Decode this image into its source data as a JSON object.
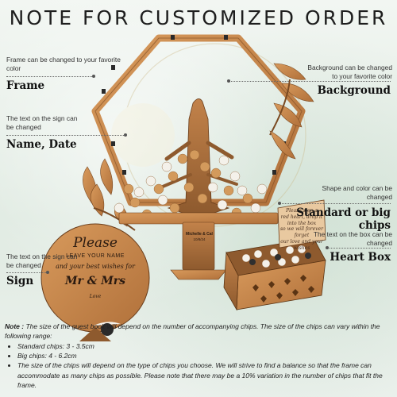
{
  "title": "NOTE FOR CUSTOMIZED ORDER",
  "annotations": {
    "frame": {
      "desc": "Frame can be changed to your favorite color",
      "heading": "Frame"
    },
    "background": {
      "desc": "Background can be changed to your favorite color",
      "heading": "Background"
    },
    "name_date": {
      "desc": "The text on the sign can be changed",
      "heading": "Name, Date"
    },
    "chips": {
      "desc": "Shape and color can be changed",
      "heading": "Standard or big chips"
    },
    "heart_box": {
      "desc": "The text on the box can be changed",
      "heading": "Heart Box"
    },
    "sign": {
      "desc": "The text on the sign can be changed",
      "heading": "Sign"
    }
  },
  "sign": {
    "line1": "Please",
    "line2": "LEAVE YOUR NAME",
    "line3": "and your best wishes for",
    "line4": "Mr & Mrs",
    "line5": "Love"
  },
  "tree_plaque": {
    "name": "Michelle & Cal",
    "date": "10/8/24"
  },
  "box_text": {
    "line1": "Please sign a",
    "line2": "red heart, drop it into the box",
    "line3": "so we will forever forget",
    "line4": "our love and your wishes"
  },
  "note": {
    "label": "Note :",
    "intro": "The size of the guest book will depend on the number of accompanying chips. The size of the chips can vary within the following range:",
    "items": [
      "Standard chips: 3 - 3.5cm",
      "Big chips: 4 - 6.2cm",
      "The size of the chips will depend on the type of chips you choose. We will strive to find a balance so that the frame can accommodate as many chips as possible. Please note that there may be a 10% variation in the number of chips that fit the frame."
    ]
  },
  "colors": {
    "wood": "#c98a4e",
    "wood_dark": "#8a5a2e",
    "chip_white": "#f4f1ea",
    "chip_wood": "#d39a5c",
    "background": "#e4eee6"
  }
}
